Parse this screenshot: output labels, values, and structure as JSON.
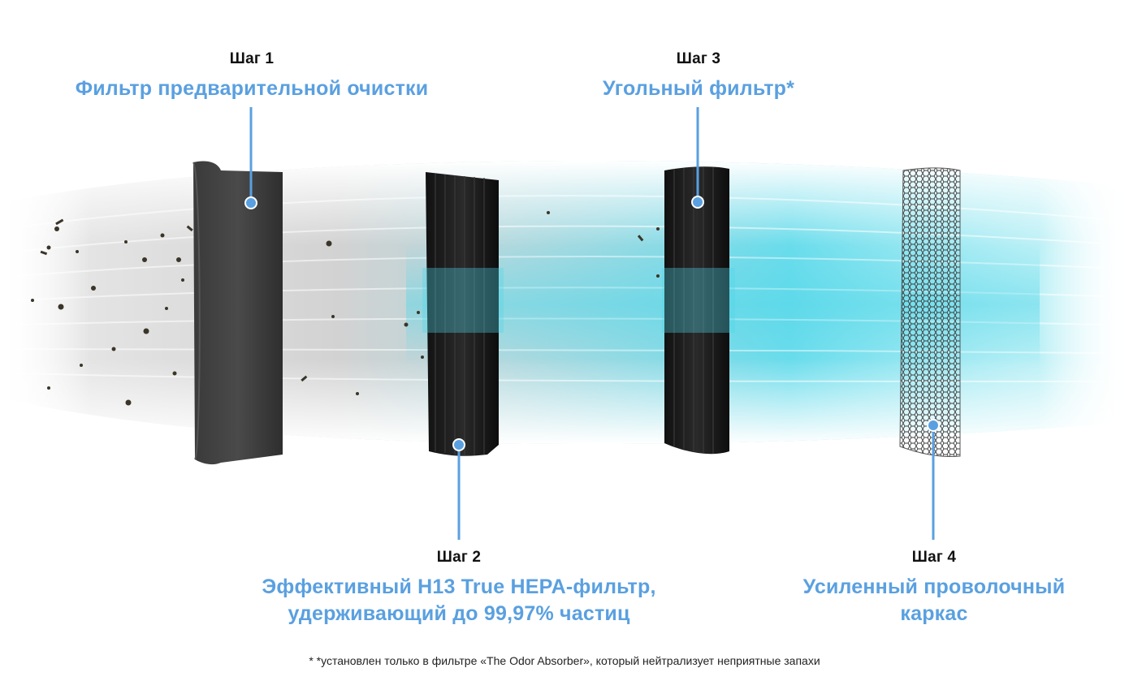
{
  "steps": [
    {
      "step": "Шаг 1",
      "title": "Фильтр предварительной очистки"
    },
    {
      "step": "Шаг 2",
      "title_line1": "Эффективный H13 True HEPA-фильтр,",
      "title_line2": "удерживающий до 99,97% частиц"
    },
    {
      "step": "Шаг 3",
      "title": "Угольный фильтр*"
    },
    {
      "step": "Шаг 4",
      "title_line1": "Усиленный проволочный",
      "title_line2": "каркас"
    }
  ],
  "footnote": "* *установлен только в фильтре «The Odor Absorber», который нейтрализует неприятные запахи",
  "colors": {
    "accent": "#5aa0e0",
    "text": "#111111",
    "airflow_clean": "#4fd6e8",
    "filter_dark": "#1a1a1a"
  }
}
